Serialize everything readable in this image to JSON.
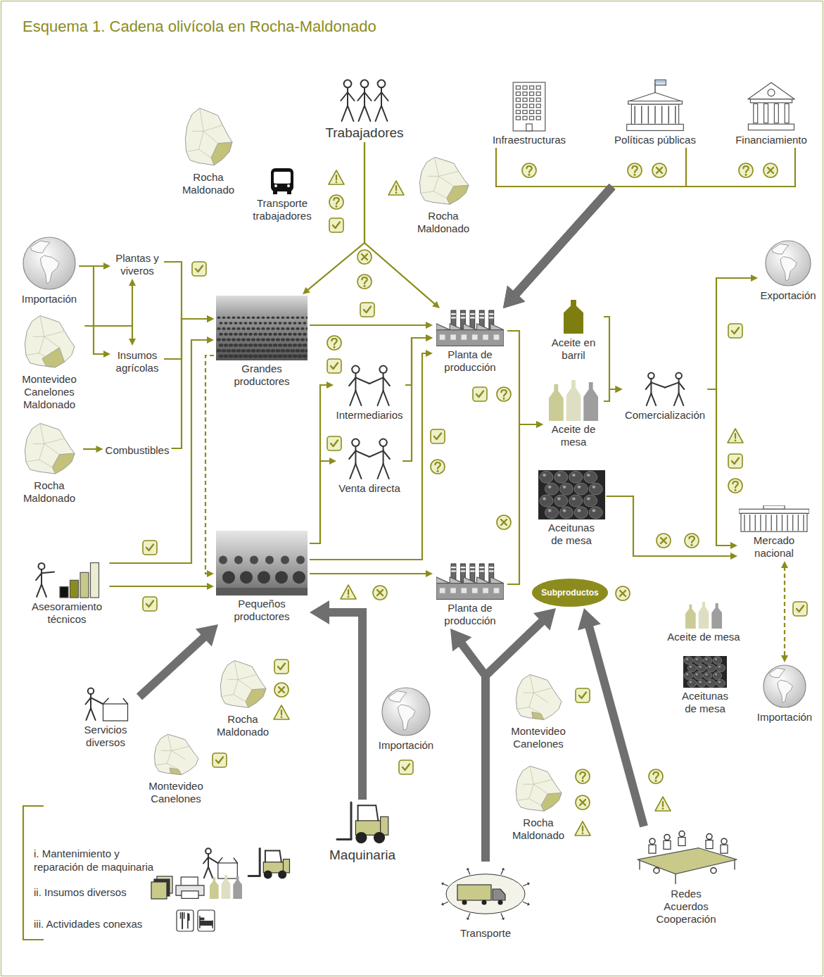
{
  "diagram": {
    "title": "Esquema 1. Cadena olivícola en Rocha-Maldonado",
    "nodes": [
      {
        "text": [
          "Trabajadores"
        ]
      },
      {
        "text": [
          "Infraestructuras"
        ]
      },
      {
        "text": [
          "Políticas públicas"
        ]
      },
      {
        "text": [
          "Financiamiento"
        ]
      },
      {
        "text": [
          "Rocha Maldonado"
        ]
      },
      {
        "text": [
          "Transporte trabajadores"
        ]
      },
      {
        "text": [
          "Rocha Maldonado"
        ]
      },
      {
        "text": [
          "Importación"
        ]
      },
      {
        "text": [
          "Plantas y viveros"
        ]
      },
      {
        "text": [
          "Insumos agrícolas"
        ]
      },
      {
        "text": [
          "Montevideo Canelones Maldonado"
        ]
      },
      {
        "text": [
          "Combustibles"
        ]
      },
      {
        "text": [
          "Rocha Maldonado"
        ]
      },
      {
        "text": [
          "Grandes productores"
        ]
      },
      {
        "text": [
          "Intermediarios"
        ]
      },
      {
        "text": [
          "Venta directa"
        ]
      },
      {
        "text": [
          "Planta de producción"
        ]
      },
      {
        "text": [
          "Aceite en barril"
        ]
      },
      {
        "text": [
          "Aceite de mesa"
        ]
      },
      {
        "text": [
          "Comercialización"
        ]
      },
      {
        "text": [
          "Exportación"
        ]
      },
      {
        "text": [
          "Aceitunas de mesa"
        ]
      },
      {
        "text": [
          "Mercado nacional"
        ]
      },
      {
        "text": [
          "Subproductos"
        ]
      },
      {
        "text": [
          "Planta de producción"
        ]
      },
      {
        "text": [
          "Pequeños productores"
        ]
      },
      {
        "text": [
          "Asesoramiento técnicos"
        ]
      },
      {
        "text": [
          "Aceite de mesa"
        ]
      },
      {
        "text": [
          "Aceitunas de mesa"
        ]
      },
      {
        "text": [
          "Importación"
        ]
      },
      {
        "text": [
          "Servicios diversos"
        ]
      },
      {
        "text": [
          "Rocha Maldonado"
        ]
      },
      {
        "text": [
          "Montevideo Canelones"
        ]
      },
      {
        "text": [
          "Importación"
        ]
      },
      {
        "text": [
          "Maquinaria"
        ]
      },
      {
        "text": [
          "Montevideo Canelones"
        ]
      },
      {
        "text": [
          "Rocha Maldonado"
        ]
      },
      {
        "text": [
          "Transporte"
        ]
      },
      {
        "text": [
          "Redes Acuerdos Cooperación"
        ]
      }
    ],
    "edges": [
      {
        "from": 0,
        "to": 13,
        "arrow": "to"
      },
      {
        "from": 0,
        "to": 16,
        "arrow": "to"
      },
      {
        "from": 1,
        "to": 16,
        "arrow": "to"
      },
      {
        "from": 2,
        "to": 16,
        "arrow": "to"
      },
      {
        "from": 3,
        "to": 16,
        "arrow": "to"
      },
      {
        "from": 7,
        "to": 8,
        "arrow": "to"
      },
      {
        "from": 7,
        "to": 9,
        "arrow": "to"
      },
      {
        "from": 10,
        "to": 8,
        "arrow": "to"
      },
      {
        "from": 10,
        "to": 9,
        "arrow": "to"
      },
      {
        "from": 12,
        "to": 11,
        "arrow": "to"
      },
      {
        "from": 8,
        "to": 13,
        "arrow": "to"
      },
      {
        "from": 9,
        "to": 13,
        "arrow": "to"
      },
      {
        "from": 11,
        "to": 13,
        "arrow": "to"
      },
      {
        "from": 26,
        "to": 13,
        "arrow": "to"
      },
      {
        "from": 26,
        "to": 25,
        "arrow": "to"
      },
      {
        "from": 13,
        "to": 25,
        "arrow": "to"
      },
      {
        "from": 13,
        "to": 16,
        "arrow": "to"
      },
      {
        "from": 25,
        "to": 14,
        "arrow": "to"
      },
      {
        "from": 25,
        "to": 15,
        "arrow": "to"
      },
      {
        "from": 14,
        "to": 16,
        "arrow": "to"
      },
      {
        "from": 15,
        "to": 16,
        "arrow": "to"
      },
      {
        "from": 25,
        "to": 16,
        "arrow": "to"
      },
      {
        "from": 25,
        "to": 24,
        "arrow": "to"
      },
      {
        "from": 16,
        "to": 18,
        "arrow": "to"
      },
      {
        "from": 24,
        "to": 18,
        "arrow": "to"
      },
      {
        "from": 17,
        "to": 19,
        "arrow": "to"
      },
      {
        "from": 18,
        "to": 19,
        "arrow": "to"
      },
      {
        "from": 19,
        "to": 20,
        "arrow": "to"
      },
      {
        "from": 19,
        "to": 22,
        "arrow": "to"
      },
      {
        "from": 21,
        "to": 22,
        "arrow": "to"
      },
      {
        "from": 22,
        "to": 29,
        "arrow": "both"
      },
      {
        "from": 30,
        "to": 25,
        "arrow": "to"
      },
      {
        "from": 34,
        "to": 25,
        "arrow": "to"
      },
      {
        "from": 37,
        "to": 24,
        "arrow": "to"
      },
      {
        "from": 37,
        "to": 23,
        "arrow": "to"
      },
      {
        "from": 38,
        "to": 23,
        "arrow": "to"
      }
    ],
    "labels": [
      "i. Mantenimiento y reparación de maquinaria",
      "ii. Insumos diversos",
      "iii. Actividades conexas"
    ]
  }
}
